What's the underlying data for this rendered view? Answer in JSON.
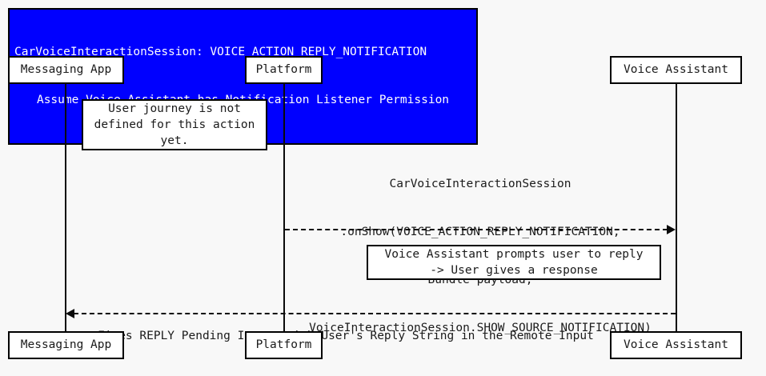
{
  "title": {
    "line1": "CarVoiceInteractionSession: VOICE_ACTION_REPLY_NOTIFICATION",
    "line2": "Assume Voice Assistant has Notification Listener Permission",
    "background_color": "#0000FF",
    "text_color": "#FFFFFF"
  },
  "diagram": {
    "type": "sequence-diagram",
    "background_color": "#F8F8F8",
    "line_color": "#0A0A0A"
  },
  "participants": [
    {
      "id": "messaging-app",
      "label": "Messaging App"
    },
    {
      "id": "platform",
      "label": "Platform"
    },
    {
      "id": "voice-assistant",
      "label": "Voice Assistant"
    }
  ],
  "notes": [
    {
      "id": "note-user-journey",
      "line1": "User journey is not",
      "line2": "defined for this action",
      "line3": "yet."
    },
    {
      "id": "note-prompt-user",
      "line1": "Voice Assistant prompts user to reply",
      "line2": "-> User gives a response"
    }
  ],
  "messages": [
    {
      "id": "msg-onshow",
      "from": "platform",
      "to": "voice-assistant",
      "direction": "right",
      "style": "dashed",
      "line1": "CarVoiceInteractionSession",
      "line2": ".onShow(VOICE_ACTION_REPLY_NOTIFICATION,",
      "line3": "Bundle payload,",
      "line4": "VoiceInteractionSession.SHOW_SOURCE_NOTIFICATION)"
    },
    {
      "id": "msg-reply-intent",
      "from": "voice-assistant",
      "to": "messaging-app",
      "direction": "left",
      "style": "dashed",
      "line1": "Fires REPLY Pending Intent with User's Reply String in the Remote Input"
    }
  ]
}
